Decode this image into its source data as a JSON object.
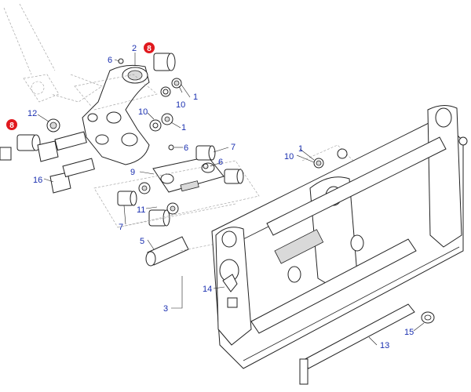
{
  "diagram": {
    "accent_badge_color": "#e0191e",
    "callout_color": "#1a2fb0",
    "callouts": {
      "c1a": "1",
      "c1b": "1",
      "c1c": "1",
      "c2": "2",
      "c3": "3",
      "c5": "5",
      "c6a": "6",
      "c6b": "6",
      "c6c": "6",
      "c7a": "7",
      "c7b": "7",
      "c9": "9",
      "c10a": "10",
      "c10b": "10",
      "c10c": "10",
      "c11": "11",
      "c12": "12",
      "c13": "13",
      "c14": "14",
      "c15": "15",
      "c16": "16"
    },
    "badges": {
      "b8a": "8",
      "b8b": "8"
    }
  }
}
